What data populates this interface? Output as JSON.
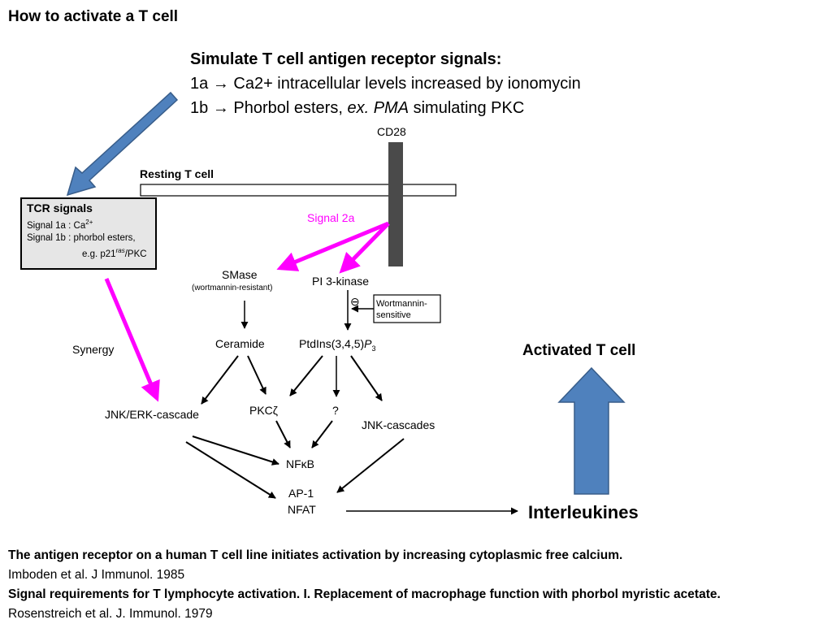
{
  "title": "How to activate a T cell",
  "simulate": {
    "heading": "Simulate T cell antigen receptor signals:",
    "line1_prefix": "1a",
    "line1_text": "Ca2+ intracellular levels increased by ionomycin",
    "line2_prefix": "1b",
    "line2_text_a": "Phorbol esters, ",
    "line2_text_italic": "ex. PMA",
    "line2_text_b": " simulating PKC",
    "arrow_glyph": "→"
  },
  "diagram": {
    "cd28": "CD28",
    "resting": "Resting T cell",
    "signal2a": "Signal 2a",
    "tcr": {
      "title": "TCR signals",
      "line1": "Signal 1a : Ca",
      "line1_sup": "2+",
      "line2": "Signal 1b : phorbol esters,",
      "line3_a": "e.g. p21",
      "line3_sup": "ras",
      "line3_b": "/PKC"
    },
    "smase": "SMase",
    "smase_sub": "(wortmannin-resistant)",
    "pi3k": "PI 3-kinase",
    "wort_line1": "Wortmannin-",
    "wort_line2": "sensitive",
    "minus": "⊖",
    "ceramide": "Ceramide",
    "ptdins": "PtdIns(3,4,5)",
    "ptdins_p": "P",
    "ptdins_sub": "3",
    "synergy": "Synergy",
    "jnk_erk": "JNK/ERK-cascade",
    "pkc": "PKCζ",
    "question": "?",
    "jnk": "JNK-cascades",
    "nfkb": "NFκB",
    "ap1": "AP-1",
    "nfat": "NFAT",
    "activated": "Activated T cell",
    "interleukines": "Interleukines"
  },
  "references": [
    {
      "title": "The antigen receptor on a human T cell line initiates activation by increasing cytoplasmic free calcium.",
      "cite": "Imboden et al. J Immunol. 1985"
    },
    {
      "title": "Signal requirements for T lymphocyte activation. I. Replacement of macrophage function with phorbol myristic acetate.",
      "cite": "Rosenstreich et al. J. Immunol. 1979"
    }
  ],
  "colors": {
    "magenta": "#ff00ff",
    "blue_fill": "#4f81bd",
    "blue_stroke": "#385d8a",
    "cd28_bar": "#4a4a4a",
    "tcr_bg": "#e6e6e6"
  }
}
